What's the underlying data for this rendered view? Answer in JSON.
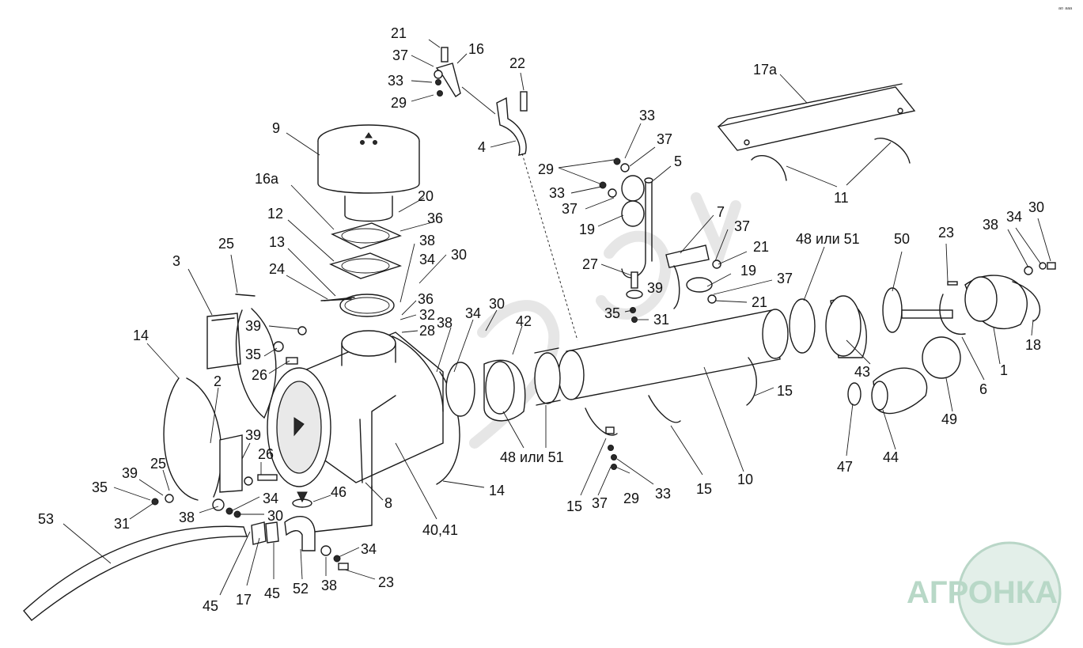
{
  "diagram": {
    "corner_mark": "ᵃᵒ ᵃᵃᵃ",
    "labels": [
      "21",
      "37",
      "16",
      "33",
      "29",
      "22",
      "9",
      "4",
      "16а",
      "20",
      "12",
      "36",
      "38",
      "30",
      "34",
      "13",
      "24",
      "32",
      "28",
      "25",
      "3",
      "36",
      "39",
      "35",
      "26",
      "14",
      "2",
      "39",
      "26",
      "25",
      "39",
      "35",
      "31",
      "34",
      "38",
      "30",
      "53",
      "45",
      "17",
      "45",
      "52",
      "38",
      "23",
      "34",
      "46",
      "8",
      "40,41",
      "14",
      "30",
      "42",
      "34",
      "38",
      "48 или 51",
      "15",
      "37",
      "29",
      "33",
      "15",
      "10",
      "15",
      "33",
      "37",
      "29",
      "33",
      "37",
      "19",
      "5",
      "7",
      "27",
      "37",
      "21",
      "39",
      "19",
      "21",
      "37",
      "35",
      "31",
      "17а",
      "11",
      "48 или 51",
      "50",
      "23",
      "38",
      "34",
      "30",
      "18",
      "43",
      "6",
      "1",
      "49",
      "47",
      "44"
    ]
  },
  "watermark": {
    "text": "АГРОНКА"
  }
}
